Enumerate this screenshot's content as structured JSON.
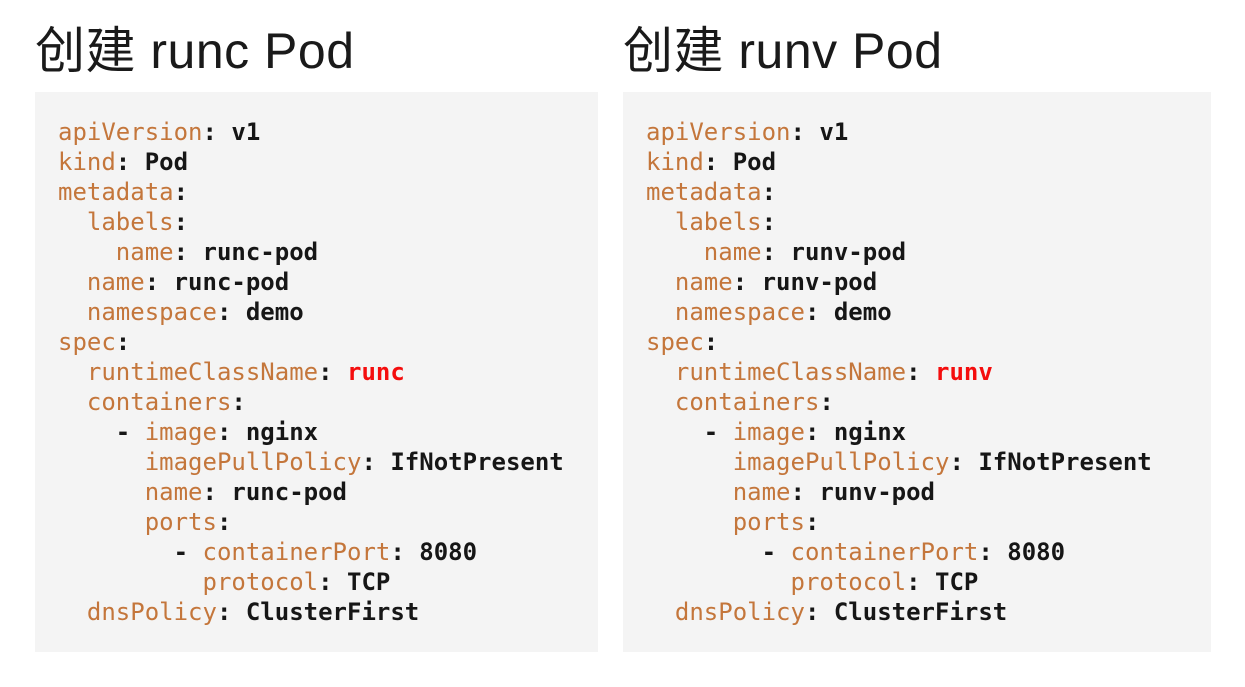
{
  "colors": {
    "page_background": "#ffffff",
    "code_block_background": "#f4f4f4",
    "yaml_key": "#c4763b",
    "yaml_value": "#161616",
    "highlight_value": "#f40d0d",
    "title_text": "#1a1a1a"
  },
  "panels": [
    {
      "id": "runc",
      "title": "创建 runc Pod",
      "code_lines": [
        {
          "indent": 0,
          "dash": false,
          "key": "apiVersion",
          "value": "v1",
          "highlight": false
        },
        {
          "indent": 0,
          "dash": false,
          "key": "kind",
          "value": "Pod",
          "highlight": false
        },
        {
          "indent": 0,
          "dash": false,
          "key": "metadata",
          "value": "",
          "highlight": false
        },
        {
          "indent": 1,
          "dash": false,
          "key": "labels",
          "value": "",
          "highlight": false
        },
        {
          "indent": 2,
          "dash": false,
          "key": "name",
          "value": "runc-pod",
          "highlight": false
        },
        {
          "indent": 1,
          "dash": false,
          "key": "name",
          "value": "runc-pod",
          "highlight": false
        },
        {
          "indent": 1,
          "dash": false,
          "key": "namespace",
          "value": "demo",
          "highlight": false
        },
        {
          "indent": 0,
          "dash": false,
          "key": "spec",
          "value": "",
          "highlight": false
        },
        {
          "indent": 1,
          "dash": false,
          "key": "runtimeClassName",
          "value": "runc",
          "highlight": true
        },
        {
          "indent": 1,
          "dash": false,
          "key": "containers",
          "value": "",
          "highlight": false
        },
        {
          "indent": 2,
          "dash": true,
          "key": "image",
          "value": "nginx",
          "highlight": false
        },
        {
          "indent": 3,
          "dash": false,
          "key": "imagePullPolicy",
          "value": "IfNotPresent",
          "highlight": false
        },
        {
          "indent": 3,
          "dash": false,
          "key": "name",
          "value": "runc-pod",
          "highlight": false
        },
        {
          "indent": 3,
          "dash": false,
          "key": "ports",
          "value": "",
          "highlight": false
        },
        {
          "indent": 4,
          "dash": true,
          "key": "containerPort",
          "value": "8080",
          "highlight": false
        },
        {
          "indent": 5,
          "dash": false,
          "key": "protocol",
          "value": "TCP",
          "highlight": false
        },
        {
          "indent": 1,
          "dash": false,
          "key": "dnsPolicy",
          "value": "ClusterFirst",
          "highlight": false
        }
      ]
    },
    {
      "id": "runv",
      "title": "创建 runv Pod",
      "code_lines": [
        {
          "indent": 0,
          "dash": false,
          "key": "apiVersion",
          "value": "v1",
          "highlight": false
        },
        {
          "indent": 0,
          "dash": false,
          "key": "kind",
          "value": "Pod",
          "highlight": false
        },
        {
          "indent": 0,
          "dash": false,
          "key": "metadata",
          "value": "",
          "highlight": false
        },
        {
          "indent": 1,
          "dash": false,
          "key": "labels",
          "value": "",
          "highlight": false
        },
        {
          "indent": 2,
          "dash": false,
          "key": "name",
          "value": "runv-pod",
          "highlight": false
        },
        {
          "indent": 1,
          "dash": false,
          "key": "name",
          "value": "runv-pod",
          "highlight": false
        },
        {
          "indent": 1,
          "dash": false,
          "key": "namespace",
          "value": "demo",
          "highlight": false
        },
        {
          "indent": 0,
          "dash": false,
          "key": "spec",
          "value": "",
          "highlight": false
        },
        {
          "indent": 1,
          "dash": false,
          "key": "runtimeClassName",
          "value": "runv",
          "highlight": true
        },
        {
          "indent": 1,
          "dash": false,
          "key": "containers",
          "value": "",
          "highlight": false
        },
        {
          "indent": 2,
          "dash": true,
          "key": "image",
          "value": "nginx",
          "highlight": false
        },
        {
          "indent": 3,
          "dash": false,
          "key": "imagePullPolicy",
          "value": "IfNotPresent",
          "highlight": false
        },
        {
          "indent": 3,
          "dash": false,
          "key": "name",
          "value": "runv-pod",
          "highlight": false
        },
        {
          "indent": 3,
          "dash": false,
          "key": "ports",
          "value": "",
          "highlight": false
        },
        {
          "indent": 4,
          "dash": true,
          "key": "containerPort",
          "value": "8080",
          "highlight": false
        },
        {
          "indent": 5,
          "dash": false,
          "key": "protocol",
          "value": "TCP",
          "highlight": false
        },
        {
          "indent": 1,
          "dash": false,
          "key": "dnsPolicy",
          "value": "ClusterFirst",
          "highlight": false
        }
      ]
    }
  ]
}
